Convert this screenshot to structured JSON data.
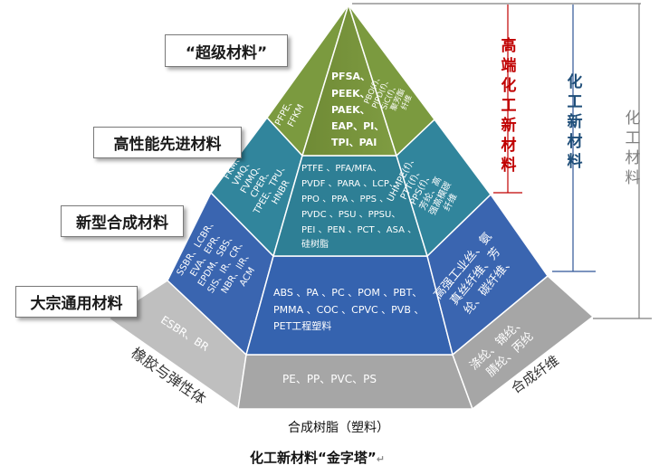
{
  "categories": {
    "super": "“超级材料”",
    "high_perf": "高性能先进材料",
    "new_synth": "新型合成材料",
    "commodity": "大宗通用材料"
  },
  "pyramid": {
    "tier1_left": [
      "PFPE、",
      "FFKM"
    ],
    "tier1_center": [
      "PFSA、",
      "PEEK、",
      "PAEK、",
      "EAP、PI、",
      "TPI、PAI"
    ],
    "tier1_right": [
      "PBO(f)、",
      "PIPD(f)、",
      "SiC(f)、",
      "聚芳酯",
      "纤维"
    ],
    "tier2_left": [
      "FKM、",
      "VMQ、",
      "FVMQ、",
      "CPER、",
      "TPEE、TPU、",
      "HNBR"
    ],
    "tier2_center": [
      "PTFE 、PFA/MFA、",
      "PVDF 、PARA 、LCP、",
      "PPO 、PPA 、PPS 、",
      "PVDC 、PSU 、PPSU、",
      "PEI 、PEN 、PCT 、ASA 、",
      "硅树脂"
    ],
    "tier2_right": [
      "UHMPE(f)、",
      "PTT(f)、",
      "PPS(f)、",
      "芳纶、高",
      "强高模碳",
      "纤维"
    ],
    "tier3_left": [
      "SSBR、LCBR、",
      "EVA、EPR、",
      "EPDM、SBS、",
      "SIS、IR、CR、",
      "NBR、IIR、",
      "ACM"
    ],
    "tier3_center": [
      "ABS 、PA 、PC 、POM 、PBT、",
      "PMMA 、COC 、CPVC 、PVB 、",
      "PET工程塑料"
    ],
    "tier3_right": [
      "高强工业丝、氨",
      "真丝纤维、芳",
      "纶、碳纤维、"
    ],
    "tier4_left": "ESBR、BR",
    "tier4_center": "PE、PP、PVC、PS",
    "tier4_right": [
      "涤纶、锦纶、",
      "腈纶、丙纶"
    ]
  },
  "base_labels": {
    "left": "橡胶与弹性体",
    "center": "合成树脂（塑料）",
    "right": "合成纤维"
  },
  "brackets": {
    "high_end": "高端化工新材料",
    "new_materials": "化工新材料",
    "all_materials": "化工材料"
  },
  "caption": "化工新材料“金字塔”",
  "colors": {
    "olive": "#77933c",
    "teal": "#31859c",
    "blue": "#3a65b0",
    "gray": "#a6a6a6",
    "dark_red": "#c00000",
    "dark_blue": "#1f4e79",
    "bracket_gray": "#7f7f7f"
  }
}
